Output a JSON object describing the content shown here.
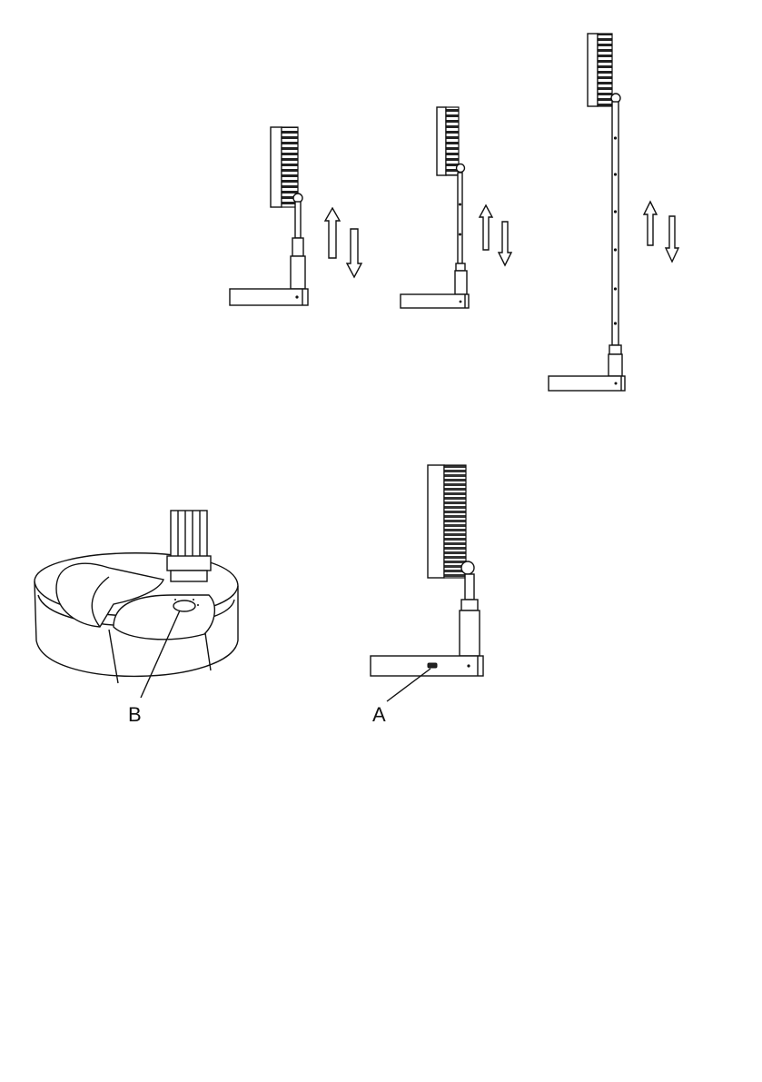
{
  "figure": {
    "callouts": [
      {
        "id": "B",
        "text": "B"
      },
      {
        "id": "A",
        "text": "A"
      }
    ],
    "icons": [
      "up-arrow-icon",
      "down-arrow-icon",
      "fan-head-icon",
      "usb-port-icon",
      "power-button-icon"
    ],
    "colors": {
      "line": "#111111",
      "background": "#ffffff"
    }
  }
}
